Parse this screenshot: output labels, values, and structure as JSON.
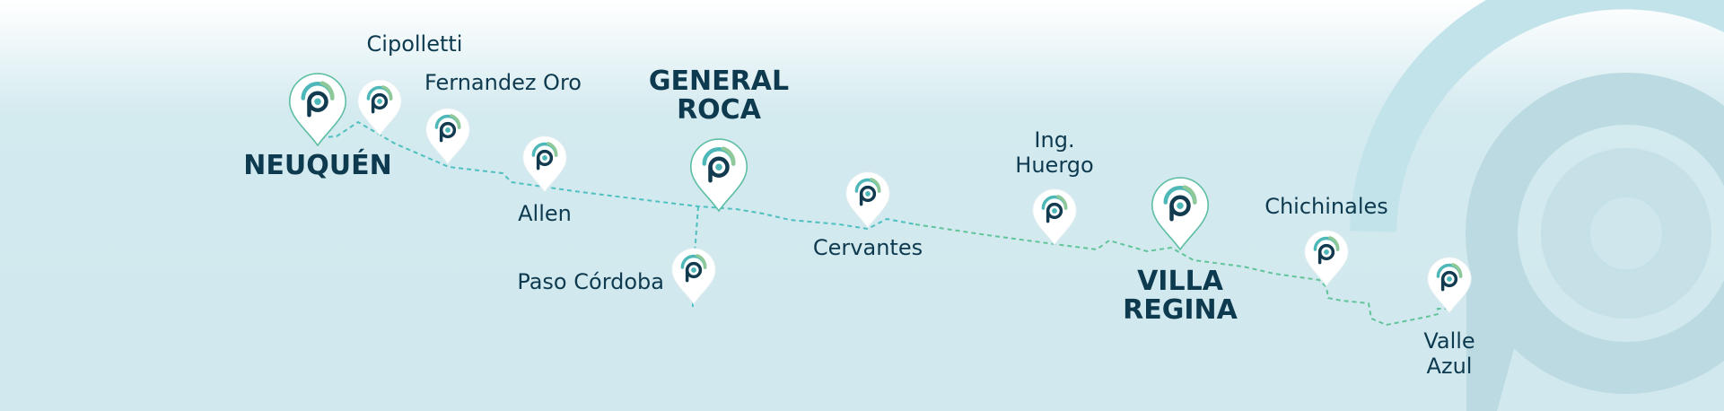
{
  "colors": {
    "background_top": "#ffffff",
    "background": "#d3eaef",
    "route": "#4fc0c0",
    "route_east": "#62c49a",
    "label": "#0e3a4f",
    "pin_fill": "#ffffff",
    "pin_outline": "#5fbfa5",
    "logo_dark": "#123b50",
    "logo_teal": "#4eb8b9",
    "logo_green": "#8fc99a",
    "watermark": "#bcdae1"
  },
  "map": {
    "icons": {
      "pin": "map-pin-icon",
      "logo": "parking-signal-logo-icon",
      "watermark": "brand-watermark-icon"
    },
    "stops": [
      {
        "id": "neuquen",
        "lines": [
          "NEUQUÉN"
        ],
        "major": true
      },
      {
        "id": "cipolletti",
        "lines": [
          "Cipolletti"
        ],
        "major": false
      },
      {
        "id": "fernandez-oro",
        "lines": [
          "Fernandez Oro"
        ],
        "major": false
      },
      {
        "id": "allen",
        "lines": [
          "Allen"
        ],
        "major": false
      },
      {
        "id": "general-roca",
        "lines": [
          "GENERAL",
          "ROCA"
        ],
        "major": true
      },
      {
        "id": "paso-cordoba",
        "lines": [
          "Paso Córdoba"
        ],
        "major": false
      },
      {
        "id": "cervantes",
        "lines": [
          "Cervantes"
        ],
        "major": false
      },
      {
        "id": "ing-huergo",
        "lines": [
          "Ing.",
          "Huergo"
        ],
        "major": false
      },
      {
        "id": "villa-regina",
        "lines": [
          "VILLA",
          "REGINA"
        ],
        "major": true
      },
      {
        "id": "chichinales",
        "lines": [
          "Chichinales"
        ],
        "major": false
      },
      {
        "id": "valle-azul",
        "lines": [
          "Valle",
          "Azul"
        ],
        "major": false
      }
    ]
  }
}
